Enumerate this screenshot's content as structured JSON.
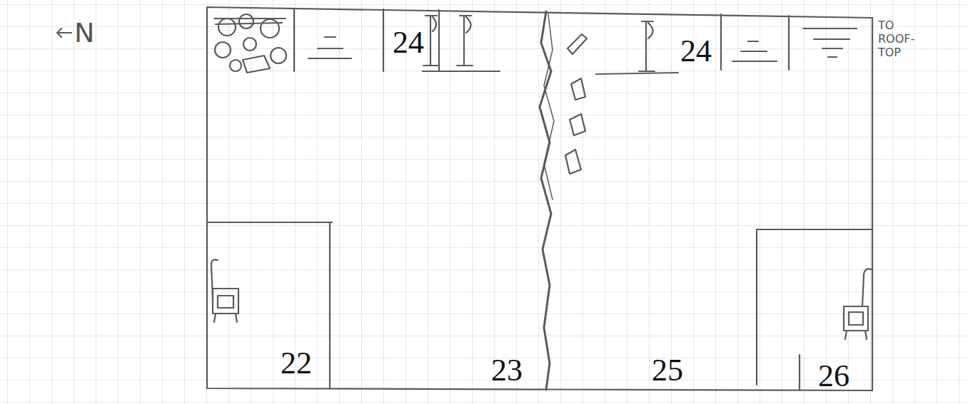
{
  "diagram": {
    "labels": [
      "N",
      "24",
      "24",
      "TO ROOF- TOP",
      "22",
      "23",
      "25",
      "26"
    ]
  }
}
